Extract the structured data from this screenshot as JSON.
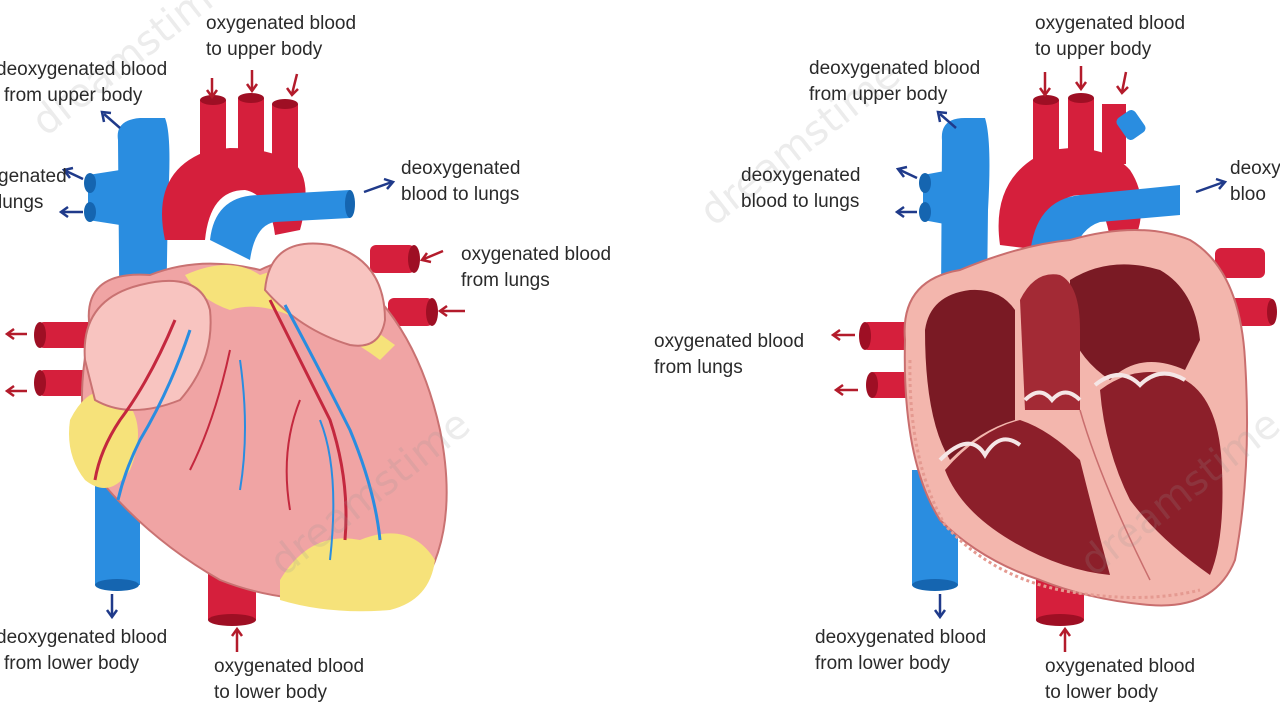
{
  "colors": {
    "artery": "#d51f3c",
    "artery_dark": "#9e0f24",
    "vein": "#2a8de0",
    "vein_dark": "#1565b0",
    "heart_skin": "#f0a4a4",
    "heart_skin_light": "#f8c4c0",
    "fat": "#f6e27a",
    "interior": "#7a1a24",
    "interior_mid": "#a32a35",
    "arrow_blue": "#1f3a8a",
    "arrow_red": "#b31b2b",
    "text": "#2a2a2a"
  },
  "watermark": "dreamstime",
  "left": {
    "oxy_upper": [
      "oxygenated blood",
      "to upper body"
    ],
    "deoxy_upper": [
      "deoxygenated blood",
      "from upper body"
    ],
    "deoxy_lungs_left": [
      "genated",
      "lungs"
    ],
    "deoxy_lungs_right": [
      "deoxygenated",
      "blood to lungs"
    ],
    "oxy_from_lungs": [
      "oxygenated blood",
      "from lungs"
    ],
    "deoxy_lower": [
      "deoxygenated blood",
      "from lower body"
    ],
    "oxy_lower": [
      "oxygenated blood",
      "to lower body"
    ]
  },
  "right": {
    "oxy_upper": [
      "oxygenated blood",
      "to upper body"
    ],
    "deoxy_upper": [
      "deoxygenated blood",
      "from upper body"
    ],
    "deoxy_lungs_left": [
      "deoxygenated",
      "blood to lungs"
    ],
    "deoxy_lungs_right": [
      "deoxy",
      "bloo"
    ],
    "oxy_from_lungs": [
      "oxygenated blood",
      "from lungs"
    ],
    "deoxy_lower": [
      "deoxygenated blood",
      "from lower body"
    ],
    "oxy_lower": [
      "oxygenated blood",
      "to lower body"
    ]
  }
}
